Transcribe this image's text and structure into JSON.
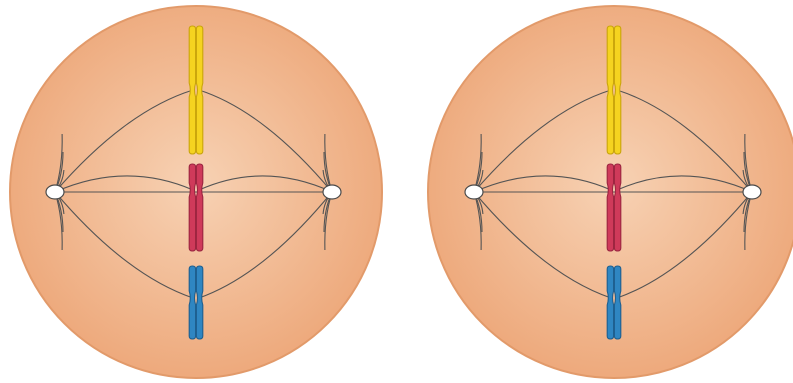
{
  "colors": {
    "background": "#ffffff",
    "cell_fill_center": "#f7d2b4",
    "cell_fill_edge": "#eda779",
    "cell_stroke": "#e29a6a",
    "spindle_fiber": "#545454",
    "centrosome_fill": "#ffffff",
    "centrosome_stroke": "#4a4a4a"
  },
  "cells": [
    {
      "id": "left",
      "chromosomes": [
        {
          "color_name": "yellow",
          "fill": "#f5d320",
          "stroke": "#c9a40c",
          "arm_length": "long"
        },
        {
          "color_name": "red",
          "fill": "#cf3a5a",
          "stroke": "#9b2540",
          "arm_length": "medium"
        },
        {
          "color_name": "blue",
          "fill": "#2f86c2",
          "stroke": "#1e5f8f",
          "arm_length": "short"
        }
      ]
    },
    {
      "id": "right",
      "chromosomes": [
        {
          "color_name": "yellow",
          "fill": "#f5d320",
          "stroke": "#c9a40c",
          "arm_length": "long"
        },
        {
          "color_name": "red",
          "fill": "#cf3a5a",
          "stroke": "#9b2540",
          "arm_length": "medium"
        },
        {
          "color_name": "blue",
          "fill": "#2f86c2",
          "stroke": "#1e5f8f",
          "arm_length": "short"
        }
      ]
    }
  ]
}
